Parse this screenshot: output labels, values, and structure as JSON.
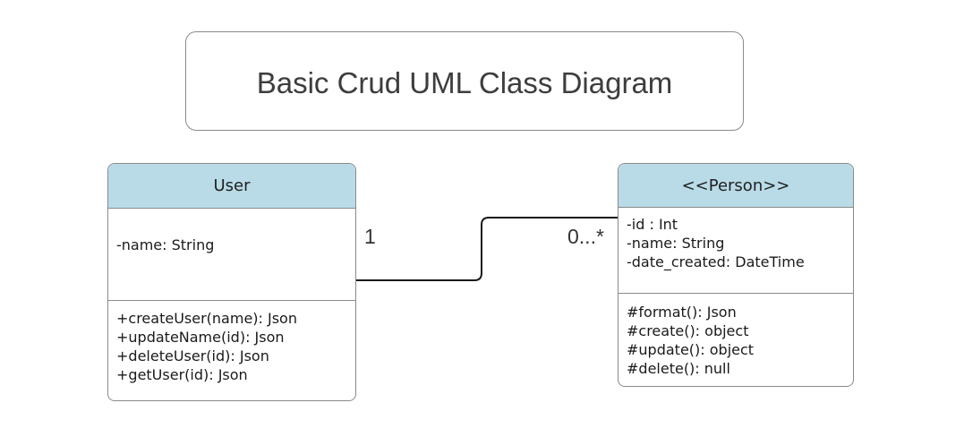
{
  "title": {
    "text": "Basic Crud UML Class Diagram"
  },
  "colors": {
    "header_fill": "#b9dbe7",
    "box_border": "#8a8a8a",
    "connector_line": "#1a1a1a",
    "text": "#1a1a1a"
  },
  "classes": [
    {
      "name": "User",
      "attributes": [
        "-name: String"
      ],
      "methods": [
        "+createUser(name): Json",
        "+updateName(id): Json",
        "+deleteUser(id): Json",
        "+getUser(id): Json"
      ]
    },
    {
      "name": "<<Person>>",
      "attributes": [
        "-id : Int",
        "-name: String",
        "-date_created: DateTime"
      ],
      "methods": [
        "#format(): Json",
        "#create(): object",
        "#update(): object",
        "#delete(): null"
      ]
    }
  ],
  "relationship": {
    "source_multiplicity": "1",
    "target_multiplicity": "0...*"
  }
}
